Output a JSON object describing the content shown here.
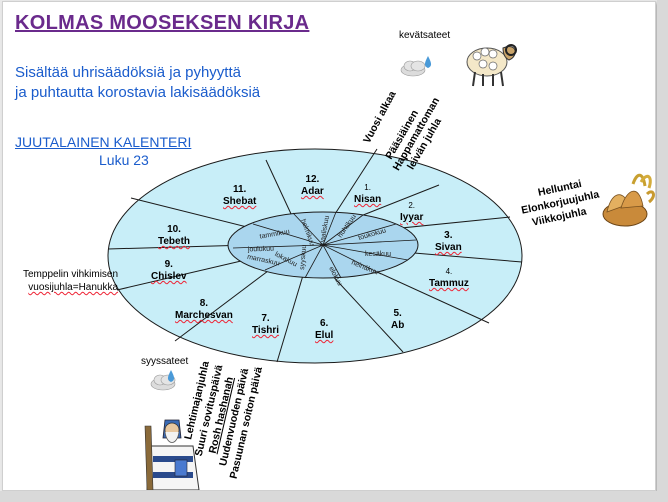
{
  "slide": {
    "title": "KOLMAS MOOSEKSEN KIRJA",
    "subtitle_line1": "Sisältää uhrisäädöksiä ja pyhyyttä",
    "subtitle_line2": "ja puhtautta korostavia lakisäädöksiä",
    "calendar_heading": "JUUTALAINEN KALENTERI",
    "chapter": "Luku 23"
  },
  "seasons": {
    "spring_rain": "kevätsateet",
    "autumn_rain": "syyssateet"
  },
  "months": [
    {
      "number": "1.",
      "name": "Nisan",
      "finnish": "maaliskuu"
    },
    {
      "number": "2.",
      "name": "Iyyar",
      "finnish": "huhtikuu"
    },
    {
      "number": "3.",
      "name": "Sivan",
      "finnish": "toukokuu"
    },
    {
      "number": "4.",
      "name": "Tammuz",
      "finnish": "kesäkuu"
    },
    {
      "number": "5.",
      "name": "Ab",
      "finnish": "heinäkuu"
    },
    {
      "number": "6.",
      "name": "Elul",
      "finnish": "elokuu"
    },
    {
      "number": "7.",
      "name": "Tishri",
      "finnish": "syyskuu"
    },
    {
      "number": "8.",
      "name": "Marchesvan",
      "finnish": "lokakuu"
    },
    {
      "number": "9.",
      "name": "Chislev",
      "finnish": "marraskuu"
    },
    {
      "number": "10.",
      "name": "Tebeth",
      "finnish": "joulukuu"
    },
    {
      "number": "11.",
      "name": "Shebat",
      "finnish": "tammikuu"
    },
    {
      "number": "12.",
      "name": "Adar",
      "finnish": "helmikuu"
    }
  ],
  "festivals": {
    "new_year": "Vuosi alkaa",
    "passover": [
      "Pääsiäinen",
      "Happamattoman",
      "leivän juhla"
    ],
    "pentecost": [
      "Helluntai",
      "Elonkorjuujuhla",
      "Viikkojuhla"
    ],
    "hanukkah": [
      "Temppelin vihkimisen",
      "vuosijuhla=Hanukka"
    ],
    "autumn": [
      "Lehtimajanjuhla",
      "Suuri sovituspäivä",
      "Rosh hashanah",
      "Uudenvuoden päivä",
      "Pasuunan soiton päivä"
    ]
  },
  "colors": {
    "wheel_fill": "#c8eef8",
    "inner_fill": "#aad6ee",
    "title": "#6a2a8c",
    "subtitle": "#1a5ccc"
  },
  "icons": [
    "cloud-rain-icon",
    "ram-icon",
    "bread-basket-icon",
    "priest-figure-icon"
  ]
}
